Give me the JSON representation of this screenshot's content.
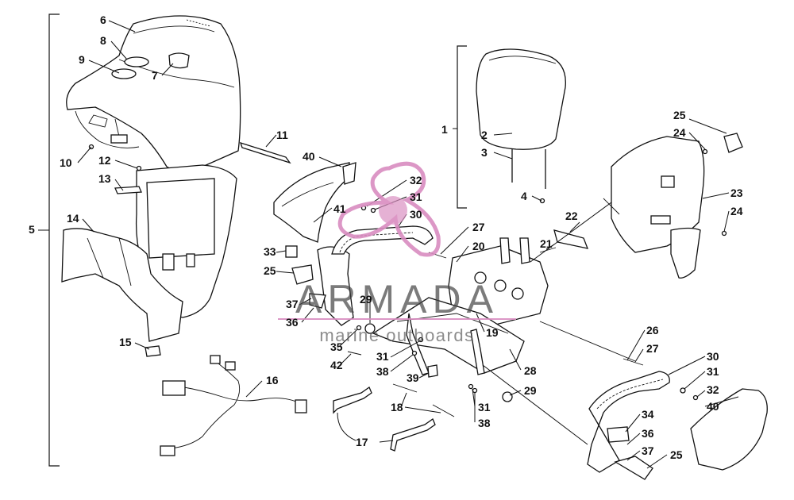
{
  "diagram": {
    "callouts": [
      {
        "id": "c6",
        "label": "6"
      },
      {
        "id": "c8",
        "label": "8"
      },
      {
        "id": "c9",
        "label": "9"
      },
      {
        "id": "c7",
        "label": "7"
      },
      {
        "id": "c10",
        "label": "10"
      },
      {
        "id": "c12",
        "label": "12"
      },
      {
        "id": "c13",
        "label": "13"
      },
      {
        "id": "c11",
        "label": "11"
      },
      {
        "id": "c40a",
        "label": "40"
      },
      {
        "id": "c5",
        "label": "5"
      },
      {
        "id": "c14",
        "label": "14"
      },
      {
        "id": "c15",
        "label": "15"
      },
      {
        "id": "c16",
        "label": "16"
      },
      {
        "id": "c33",
        "label": "33"
      },
      {
        "id": "c25a",
        "label": "25"
      },
      {
        "id": "c37a",
        "label": "37"
      },
      {
        "id": "c36a",
        "label": "36"
      },
      {
        "id": "c35",
        "label": "35"
      },
      {
        "id": "c42",
        "label": "42"
      },
      {
        "id": "c29a",
        "label": "29"
      },
      {
        "id": "c31a",
        "label": "31"
      },
      {
        "id": "c38a",
        "label": "38"
      },
      {
        "id": "c39",
        "label": "39"
      },
      {
        "id": "c18",
        "label": "18"
      },
      {
        "id": "c17",
        "label": "17"
      },
      {
        "id": "c32a",
        "label": "32"
      },
      {
        "id": "c31b",
        "label": "31"
      },
      {
        "id": "c30a",
        "label": "30"
      },
      {
        "id": "c41",
        "label": "41"
      },
      {
        "id": "c27a",
        "label": "27"
      },
      {
        "id": "c20",
        "label": "20"
      },
      {
        "id": "c19",
        "label": "19"
      },
      {
        "id": "c28",
        "label": "28"
      },
      {
        "id": "c29b",
        "label": "29"
      },
      {
        "id": "c31c",
        "label": "31"
      },
      {
        "id": "c38b",
        "label": "38"
      },
      {
        "id": "c1",
        "label": "1"
      },
      {
        "id": "c2",
        "label": "2"
      },
      {
        "id": "c3",
        "label": "3"
      },
      {
        "id": "c4",
        "label": "4"
      },
      {
        "id": "c22",
        "label": "22"
      },
      {
        "id": "c21",
        "label": "21"
      },
      {
        "id": "c25b",
        "label": "25"
      },
      {
        "id": "c24a",
        "label": "24"
      },
      {
        "id": "c23",
        "label": "23"
      },
      {
        "id": "c24b",
        "label": "24"
      },
      {
        "id": "c26",
        "label": "26"
      },
      {
        "id": "c27b",
        "label": "27"
      },
      {
        "id": "c30b",
        "label": "30"
      },
      {
        "id": "c31d",
        "label": "31"
      },
      {
        "id": "c32b",
        "label": "32"
      },
      {
        "id": "c40b",
        "label": "40"
      },
      {
        "id": "c34",
        "label": "34"
      },
      {
        "id": "c36b",
        "label": "36"
      },
      {
        "id": "c37b",
        "label": "37"
      },
      {
        "id": "c25c",
        "label": "25"
      }
    ]
  },
  "watermark": {
    "brand": "ARMADA",
    "tagline": "marine outboards",
    "accent_color": "#d98cc0",
    "text_color": "#444444"
  }
}
